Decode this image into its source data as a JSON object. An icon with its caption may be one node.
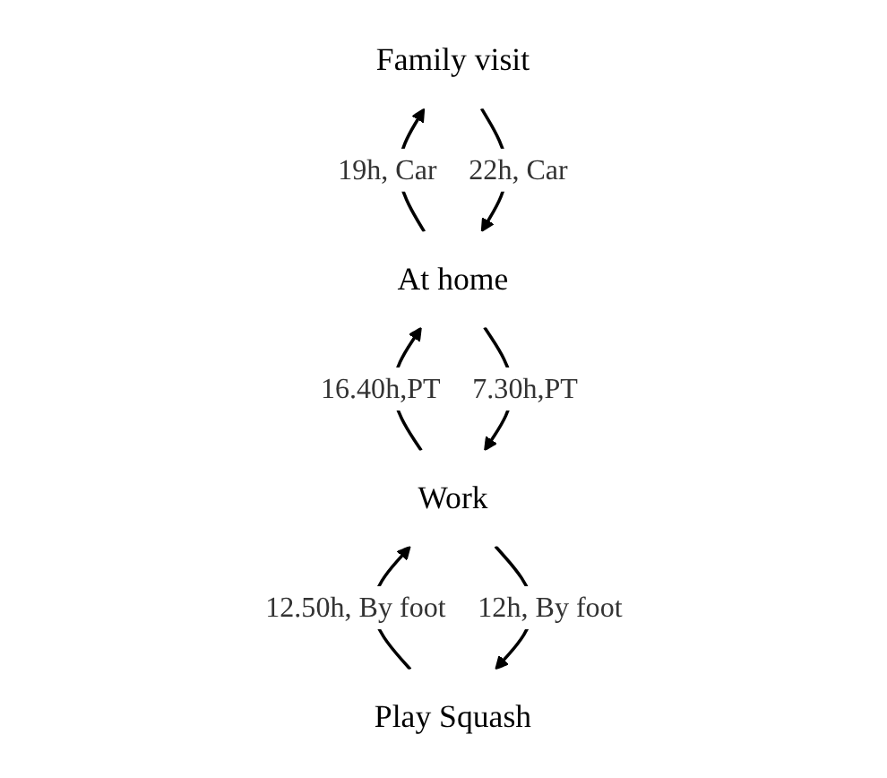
{
  "diagram": {
    "nodes": [
      {
        "text": [
          "Play Squash"
        ]
      },
      {
        "text": [
          "Work"
        ]
      },
      {
        "text": [
          "At home"
        ]
      },
      {
        "text": [
          "Family visit"
        ]
      }
    ],
    "edges": [
      {
        "from": 1,
        "to": 0,
        "arrow": "to",
        "label": "12h, By foot"
      },
      {
        "from": 0,
        "to": 1,
        "arrow": "to",
        "label": "12.50h, By foot"
      },
      {
        "from": 2,
        "to": 1,
        "arrow": "to",
        "label": "7.30h,PT"
      },
      {
        "from": 1,
        "to": 2,
        "arrow": "to",
        "label": "16.40h,PT"
      },
      {
        "from": 3,
        "to": 2,
        "arrow": "to",
        "label": "22h, Car"
      },
      {
        "from": 2,
        "to": 3,
        "arrow": "to",
        "label": "19h, Car"
      }
    ]
  }
}
